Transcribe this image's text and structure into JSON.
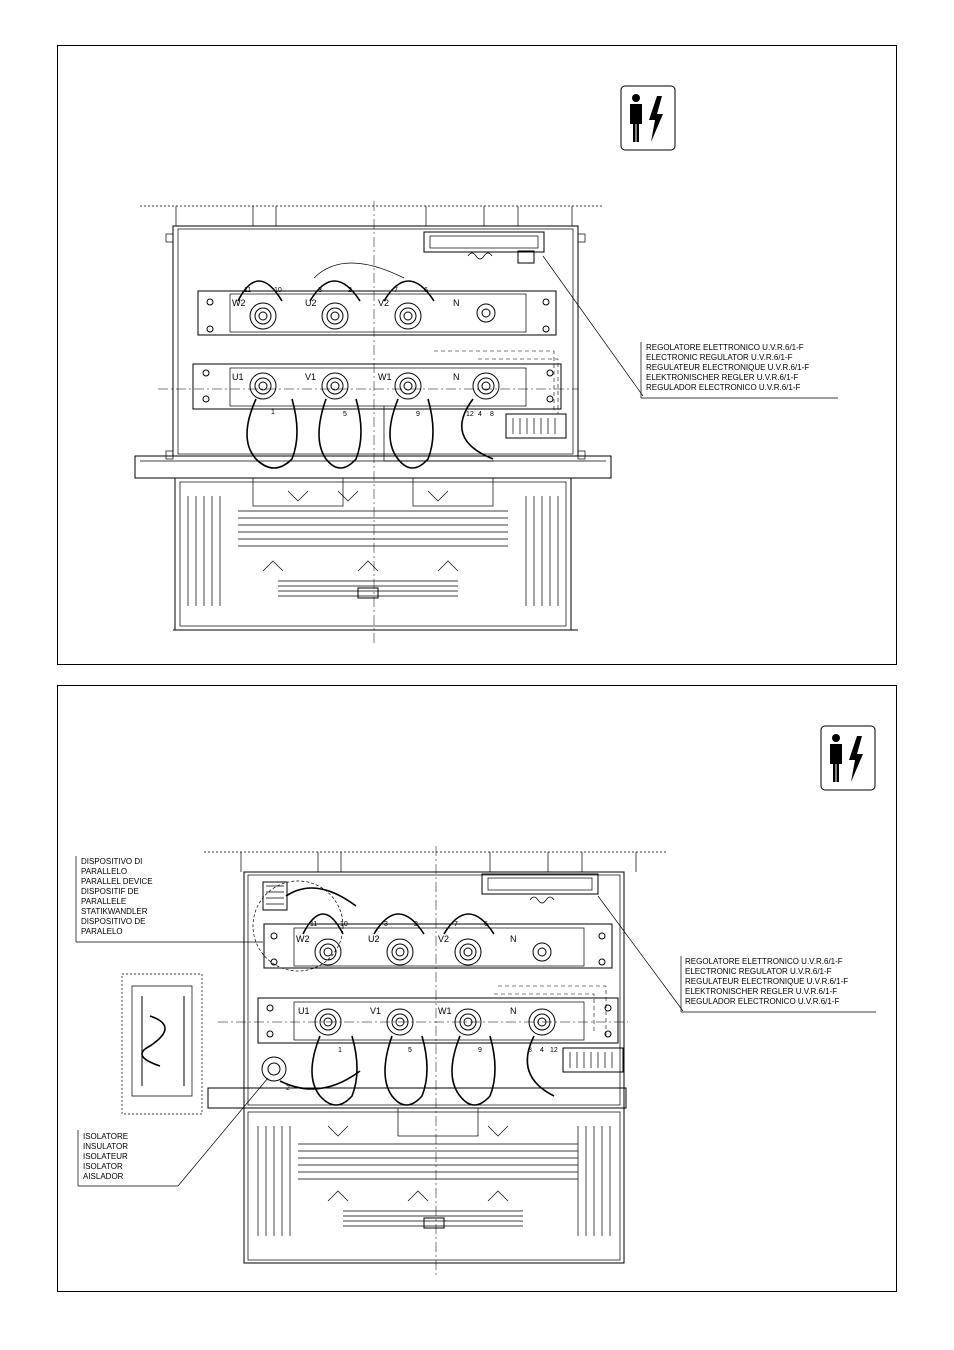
{
  "top_diagram": {
    "terminals_row1": [
      "W2",
      "U2",
      "V2",
      "N"
    ],
    "terminals_row2": [
      "U1",
      "V1",
      "W1",
      "N"
    ],
    "wire_numbers_row1": [
      "11",
      "10",
      "3",
      "2",
      "7",
      "6"
    ],
    "wire_numbers_row2": [
      "1",
      "5",
      "9",
      "12",
      "4",
      "8"
    ],
    "callout_lines": [
      "REGOLATORE ELETTRONICO U.V.R.6/1-F",
      "ELECTRONIC REGULATOR U.V.R.6/1-F",
      "REGULATEUR ELECTRONIQUE U.V.R.6/1-F",
      "ELEKTRONISCHER REGLER U.V.R.6/1-F",
      "REGULADOR ELECTRONICO U.V.R.6/1-F"
    ]
  },
  "bottom_diagram": {
    "terminals_row1": [
      "W2",
      "U2",
      "V2",
      "N"
    ],
    "terminals_row2": [
      "U1",
      "V1",
      "W1",
      "N"
    ],
    "wire_numbers_row1": [
      "11",
      "10",
      "3",
      "2",
      "7",
      "6"
    ],
    "wire_numbers_row2": [
      "1",
      "5",
      "9",
      "8",
      "4",
      "12"
    ],
    "wire_number_insulator": "2",
    "parallel_device_lines": [
      "DISPOSITIVO DI",
      "PARALLELO",
      "PARALLEL DEVICE",
      "DISPOSITIF DE",
      "PARALLELE",
      "STATIKWANDLER",
      "DISPOSITIVO DE",
      "PARALELO"
    ],
    "insulator_lines": [
      "ISOLATORE",
      "INSULATOR",
      "ISOLATEUR",
      "ISOLATOR",
      "AISLADOR"
    ],
    "callout_lines": [
      "REGOLATORE ELETTRONICO U.V.R.6/1-F",
      "ELECTRONIC REGULATOR U.V.R.6/1-F",
      "REGULATEUR ELECTRONIQUE U.V.R.6/1-F",
      "ELEKTRONISCHER REGLER U.V.R.6/1-F",
      "REGULADOR ELECTRONICO U.V.R.6/1-F"
    ]
  },
  "icons": [
    "electrical-hazard-icon",
    "electrical-hazard-icon"
  ]
}
